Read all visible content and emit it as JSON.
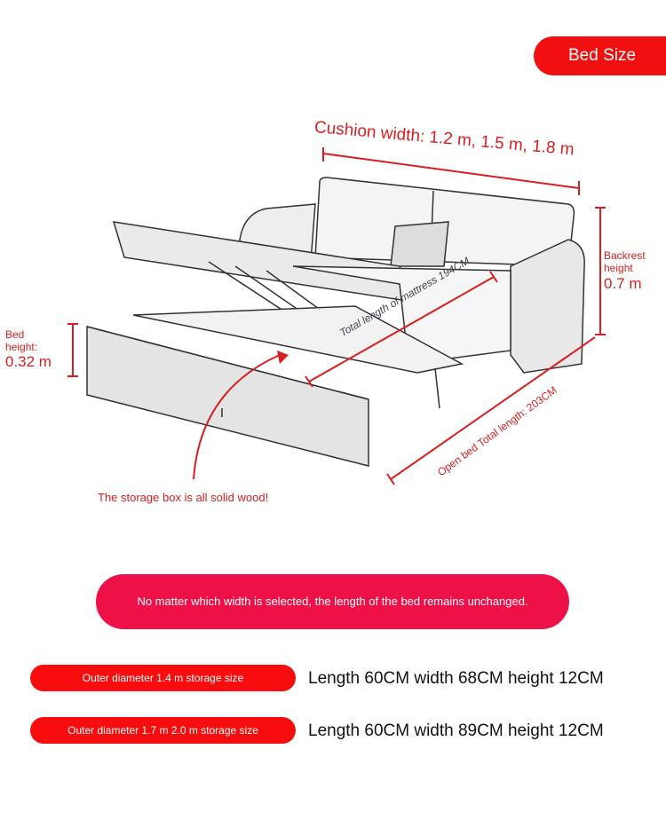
{
  "header": {
    "title": "Bed Size"
  },
  "dimensions": {
    "cushion_width": "Cushion width: 1.2 m, 1.5 m, 1.8 m",
    "backrest_label": "Backrest height",
    "backrest_value": "0.7 m",
    "bed_height_label": "Bed height:",
    "bed_height_value": "0.32 m",
    "mattress_length": "Total length of mattress 194CM",
    "open_bed_length": "Open bed Total length: 203CM",
    "storage_note": "The storage box is all solid wood!"
  },
  "note": "No matter which width is selected, the length of the bed remains unchanged.",
  "storage_sizes": [
    {
      "label": "Outer diameter 1.4 m storage size",
      "size": "Length 60CM width 68CM height 12CM"
    },
    {
      "label": "Outer diameter 1.7 m 2.0 m storage size",
      "size": "Length 60CM width 89CM height 12CM"
    }
  ],
  "colors": {
    "accent": "#f01010",
    "pink": "#ee1148",
    "annotation": "#d81e1e"
  }
}
